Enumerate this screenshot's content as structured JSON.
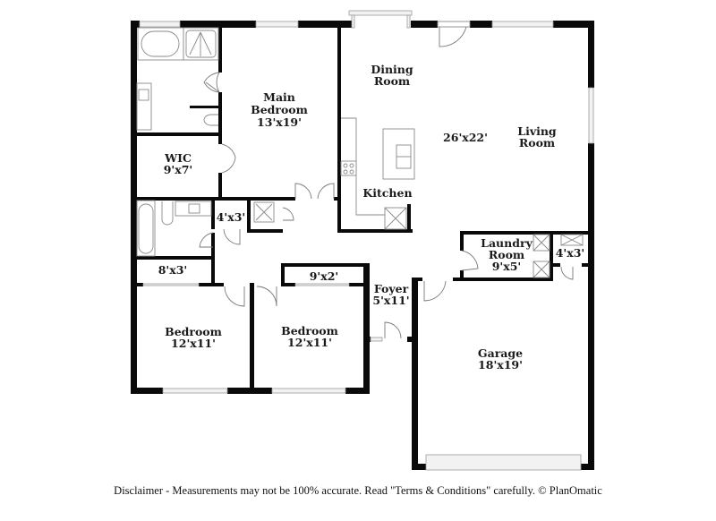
{
  "rooms": {
    "main_bedroom": {
      "name_line1": "Main",
      "name_line2": "Bedroom",
      "size": "13'x19'"
    },
    "wic": {
      "name": "WIC",
      "size": "9'x7'"
    },
    "dining": {
      "name_line1": "Dining",
      "name_line2": "Room"
    },
    "kitchen": {
      "name": "Kitchen"
    },
    "great_room_size": "26'x22'",
    "living": {
      "name_line1": "Living",
      "name_line2": "Room"
    },
    "closet_4x3_left": {
      "size": "4'x3'"
    },
    "closet_8x3": {
      "size": "8'x3'"
    },
    "closet_9x2": {
      "size": "9'x2'"
    },
    "laundry": {
      "name_line1": "Laundry",
      "name_line2": "Room",
      "size": "9'x5'"
    },
    "closet_4x3_right": {
      "size": "4'x3'"
    },
    "foyer": {
      "name": "Foyer",
      "size": "5'x11'"
    },
    "bedroom_left": {
      "name": "Bedroom",
      "size": "12'x11'"
    },
    "bedroom_right": {
      "name": "Bedroom",
      "size": "12'x11'"
    },
    "garage": {
      "name": "Garage",
      "size": "18'x19'"
    }
  },
  "footer": {
    "disclaimer": "Disclaimer - Measurements may not be 100% accurate. Read \"Terms & Conditions\" carefully. © PlanOmatic"
  }
}
